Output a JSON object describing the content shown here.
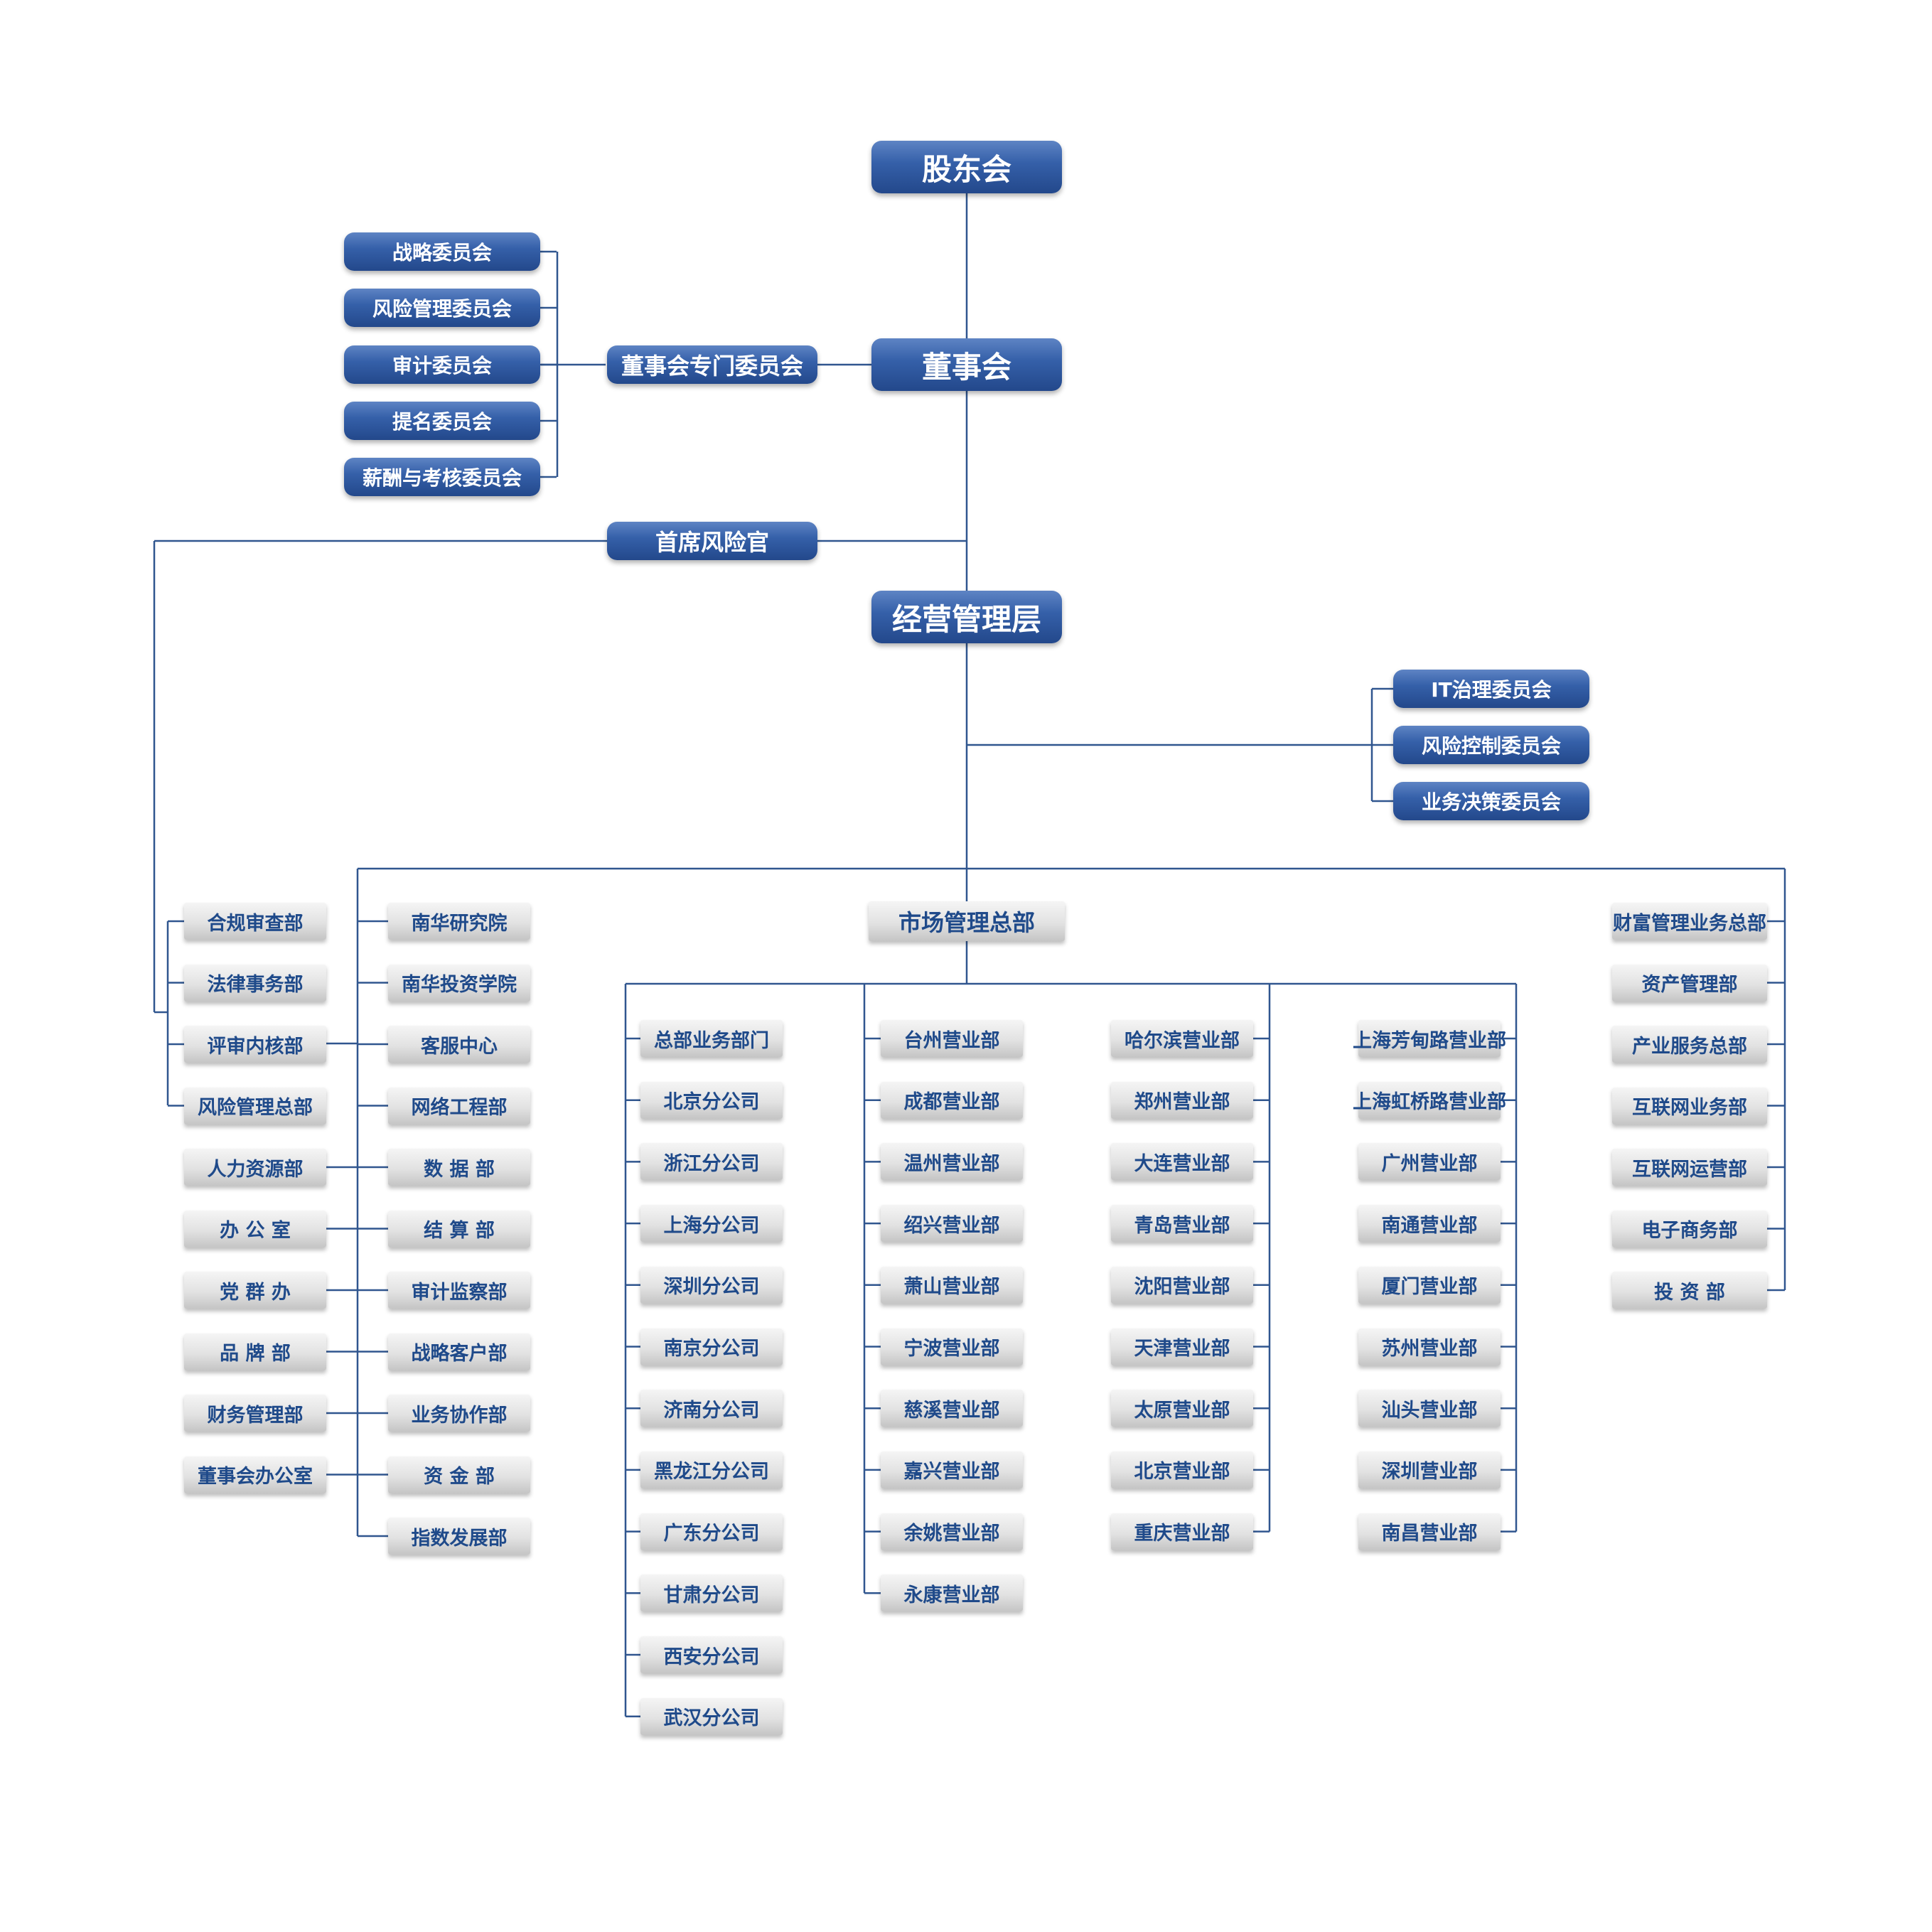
{
  "colors": {
    "line": "#30568f",
    "blue_box": "#2e579e",
    "gray_text": "#1f4a8a"
  },
  "top": {
    "shareholders": "股东会",
    "board": "董事会",
    "board_committees": "董事会专门委员会",
    "cro": "首席风险官",
    "management": "经营管理层"
  },
  "board_committee_list": [
    "战略委员会",
    "风险管理委员会",
    "审计委员会",
    "提名委员会",
    "薪酬与考核委员会"
  ],
  "mgmt_committees": [
    "IT治理委员会",
    "风险控制委员会",
    "业务决策委员会"
  ],
  "market_hq": "市场管理总部",
  "left_dept_col1": [
    "合规审查部",
    "法律事务部",
    "评审内核部",
    "风险管理总部",
    "人力资源部",
    "办 公 室",
    "党 群 办",
    "品 牌 部",
    "财务管理部",
    "董事会办公室"
  ],
  "left_dept_col2": [
    "南华研究院",
    "南华投资学院",
    "客服中心",
    "网络工程部",
    "数 据 部",
    "结 算 部",
    "审计监察部",
    "战略客户部",
    "业务协作部",
    "资 金 部",
    "指数发展部"
  ],
  "market_col1": [
    "总部业务部门",
    "北京分公司",
    "浙江分公司",
    "上海分公司",
    "深圳分公司",
    "南京分公司",
    "济南分公司",
    "黑龙江分公司",
    "广东分公司",
    "甘肃分公司",
    "西安分公司",
    "武汉分公司"
  ],
  "market_col2": [
    "台州营业部",
    "成都营业部",
    "温州营业部",
    "绍兴营业部",
    "萧山营业部",
    "宁波营业部",
    "慈溪营业部",
    "嘉兴营业部",
    "余姚营业部",
    "永康营业部"
  ],
  "market_col3": [
    "哈尔滨营业部",
    "郑州营业部",
    "大连营业部",
    "青岛营业部",
    "沈阳营业部",
    "天津营业部",
    "太原营业部",
    "北京营业部",
    "重庆营业部"
  ],
  "market_col4": [
    "上海芳甸路营业部",
    "上海虹桥路营业部",
    "广州营业部",
    "南通营业部",
    "厦门营业部",
    "苏州营业部",
    "汕头营业部",
    "深圳营业部",
    "南昌营业部"
  ],
  "right_depts": [
    "财富管理业务总部",
    "资产管理部",
    "产业服务总部",
    "互联网业务部",
    "互联网运营部",
    "电子商务部",
    "投 资 部"
  ]
}
